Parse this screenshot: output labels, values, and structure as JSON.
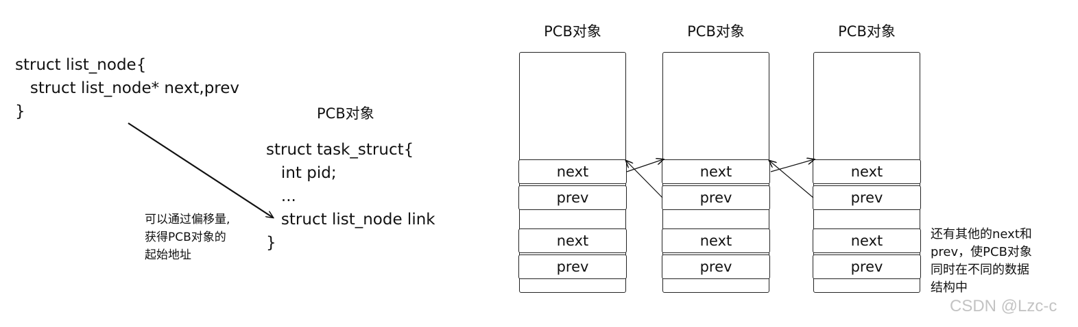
{
  "left": {
    "list_node_code": [
      "struct list_node{",
      "   struct list_node* next,prev",
      "}"
    ],
    "pcb_title": "PCB对象",
    "task_struct_code": [
      "struct task_struct{",
      "   int pid;",
      "   ...",
      "   struct list_node link",
      "}"
    ],
    "offset_note": [
      "可以通过偏移量,",
      "获得PCB对象的",
      "起始地址"
    ]
  },
  "right": {
    "columns": [
      {
        "title": "PCB对象",
        "fields": [
          "next",
          "prev",
          "next",
          "prev"
        ]
      },
      {
        "title": "PCB对象",
        "fields": [
          "next",
          "prev",
          "next",
          "prev"
        ]
      },
      {
        "title": "PCB对象",
        "fields": [
          "next",
          "prev",
          "next",
          "prev"
        ]
      }
    ],
    "side_note": [
      "还有其他的next和",
      "prev，使PCB对象",
      "同时在不同的数据",
      "结构中"
    ]
  },
  "watermark": "CSDN @Lzc-c"
}
